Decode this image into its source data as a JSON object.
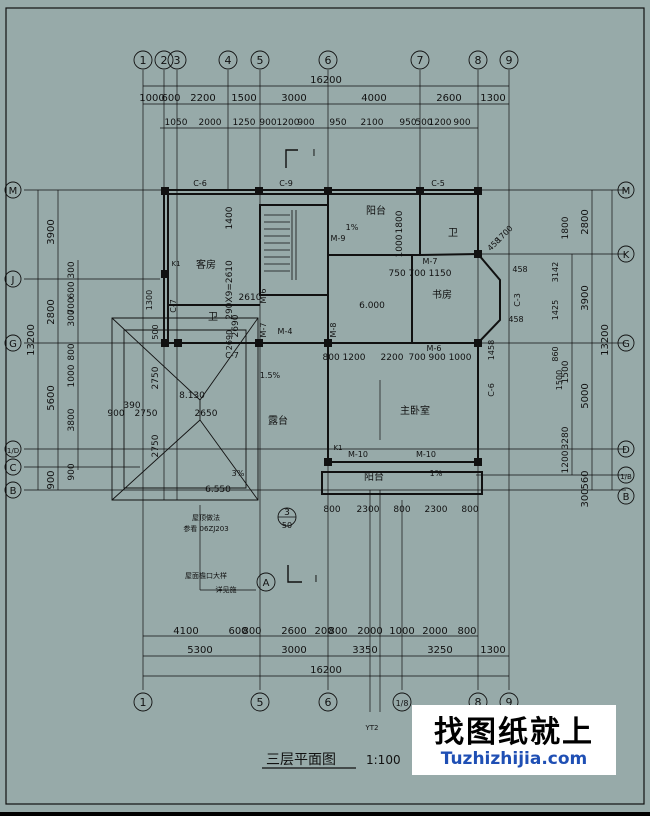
{
  "colors": {
    "paper": "#97aaa9",
    "ink": "#111111",
    "white_mark": "#f2f2f2",
    "border_dark": "#000000",
    "watermark_text": "#1f4fb4"
  },
  "drawing": {
    "title": "三层平面图",
    "scale": "1:100",
    "top_axes": [
      "1",
      "2",
      "3",
      "4",
      "5",
      "6",
      "7",
      "8",
      "9"
    ],
    "bottom_axes": [
      "1",
      "5",
      "6",
      "1/8",
      "8",
      "9"
    ],
    "left_axes": [
      "M",
      "J",
      "G",
      "1/D",
      "C",
      "B"
    ],
    "right_axes": [
      "M",
      "K",
      "G",
      "D",
      "1/B",
      "B"
    ],
    "top_total": "16200",
    "top_row1": [
      "1000",
      "600",
      "2200",
      "1500",
      "3000",
      "4000",
      "2600",
      "1300"
    ],
    "top_row2": [
      "1050",
      "2000",
      "1250",
      "900",
      "1200",
      "900",
      "950",
      "2100",
      "950",
      "500",
      "1200",
      "900"
    ],
    "bottom_row1": [
      "4100",
      "600",
      "800",
      "2600",
      "200",
      "800",
      "2000",
      "1000",
      "2000",
      "800"
    ],
    "bottom_row2": [
      "5300",
      "3000",
      "3350",
      "3250",
      "1300"
    ],
    "bottom_total": "16200",
    "left_outer": [
      "13200"
    ],
    "left_mid": [
      "3900",
      "2800",
      "5600",
      "900"
    ],
    "left_inner": [
      "300",
      "600",
      "700",
      "300",
      "800",
      "1000",
      "3800",
      "900"
    ],
    "right_outer": [
      "13200"
    ],
    "right_mid": [
      "2800",
      "3900",
      "5000",
      "560",
      "300"
    ],
    "right_inner": [
      "1800",
      "1500",
      "3280",
      "1200"
    ],
    "rooms": {
      "living": "客房",
      "bath1": "卫",
      "bath2": "卫",
      "balcony_top": "阳台",
      "study": "书房",
      "terrace": "露台",
      "master": "主卧室",
      "balcony_bottom": "阳台"
    },
    "labels": {
      "c6_top": "C-6",
      "c9": "C-9",
      "c5": "C-5",
      "m9": "M-9",
      "m7_top": "M-7",
      "m6_left": "M-6",
      "m7_left": "M-7",
      "m4": "M-4",
      "m8": "M-8",
      "m6_right": "M-6",
      "m10_left": "M-10",
      "m10_right": "M-10",
      "c7_top": "C-7",
      "c7_bottom": "C-7",
      "c3": "C-3",
      "c6_right": "C-6",
      "k1_a": "K1",
      "k1_b": "K1",
      "stair_note": "290X9=2610",
      "v1400": "1400",
      "v2610": "2610",
      "v2690": "2690",
      "v1000": "1000",
      "v1800": "1800",
      "elev_6000": "6.000",
      "elev_8130": "8.130",
      "elev_6550": "6.550",
      "slope_1": "1%",
      "slope_15": "1.5%",
      "slope_3": "3%",
      "slope_1b": "1%",
      "study_dims": "750 700 1150",
      "mid_dims_1": "800 1200",
      "mid_dims_2": "2200",
      "mid_dims_3": "700 900 1000",
      "t_2750": "2750",
      "t_2650": "2650",
      "t_900": "900",
      "t_390": "390",
      "t_2750b": "2750",
      "t_2750c": "2750",
      "t_500": "500",
      "t_1300": "1300",
      "t_2690": "2690",
      "bay_458a": "458",
      "bay_458b": "458",
      "bay_458c": "458",
      "bay_1700": "1700",
      "bay_1458": "1458",
      "bay_1425": "1425",
      "bay_3142": "3142",
      "bay_860": "860",
      "bay_1500": "1500",
      "bal_800a": "800",
      "bal_2300a": "2300",
      "bal_800b": "800",
      "bal_2300b": "2300",
      "bal_800c": "800",
      "note_roof1": "屋顶做法",
      "note_roof2": "参看 06ZJ203",
      "note_gutter": "屋面檐口大样",
      "note_gutter2": "详见施",
      "callout_num": "3",
      "callout_den": "50",
      "callout_a": "A",
      "bottom_note": "YT2",
      "marker_top": "I",
      "marker_bottom": "I"
    }
  },
  "watermark": {
    "cn": "找图纸就上",
    "url": "Tuzhizhijia.com"
  }
}
